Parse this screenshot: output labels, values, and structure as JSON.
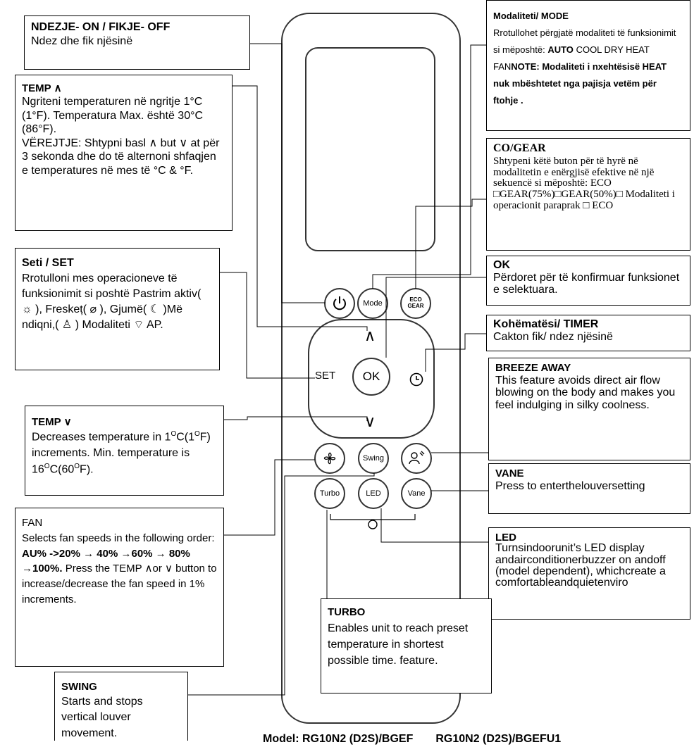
{
  "remote": {
    "mode_label": "Mode",
    "eco_label": "ECO GEAR",
    "set_label": "SET",
    "ok_label": "OK",
    "swing_label": "Swing",
    "turbo_label": "Turbo",
    "led_label": "LED",
    "vane_label": "Vane",
    "up_glyph": "∧",
    "down_glyph": "∨"
  },
  "callouts": {
    "on_off": {
      "title": "NDEZJE- ON / FIKJE- OFF",
      "body": "Ndez dhe fik njësinë"
    },
    "temp_up": {
      "title": "TEMP ∧",
      "line1": "Ngriteni temperaturen në ngritje 1°C (1°F). Temperatura Max. është 30°C (86°F).",
      "line2": "VËREJTJE: Shtypni basl ∧ but ∨ at për  3 sekonda dhe do të alternoni shfaqjen e temperatures në mes të °C & °F."
    },
    "set": {
      "title": "Seti / SET",
      "body": "Rrotulloni mes operacioneve të funksionimit si poshtë Pastrim aktiv( ☼ ), Freskeț( ⌀ ), Gjumë( ☾ )Më ndiqni,( ♙ ) Modaliteti ⌔ AP."
    },
    "temp_down": {
      "title": "TEMP ∨",
      "body_pre": "Decreases temperature in 1",
      "body_mid": "C(1",
      "body_mid2": "F) increments. Min. temperature is 16",
      "body_mid3": "C(60",
      "body_end": "F).",
      "sup": "O"
    },
    "fan": {
      "title": "FAN",
      "intro": "Selects fan speeds in the following order:",
      "order": "AU% ->20% → 40% →60% → 80% →100%.",
      "outro": "Press the TEMP ∧or ∨ button to increase/decrease the fan speed in 1% increments."
    },
    "swing": {
      "title": "SWING",
      "body": "Starts and stops vertical louver movement."
    },
    "mode": {
      "title": "Modaliteti/ MODE",
      "body": "Rrotullohet përgjatë modaliteti të funksionimit si mëposhtë:",
      "auto": "AUTO",
      "modes": "COOL  DRY HEAT  FAN",
      "note": "NOTE: Modaliteti i nxehtësisë HEAT nuk mbështetet nga pajisja vetëm për ftohje ."
    },
    "eco": {
      "title": "CO/GEAR",
      "body": "Shtypeni këtë buton për të hyrë në modalitetin e enërgjisë efektive në një sekuencë si mëposhtë: ECO □GEAR(75%)□GEAR(50%)□ Modaliteti i operacionit paraprak □ ECO"
    },
    "ok": {
      "title": "OK",
      "body": "Përdoret për të konfirmuar funksionet e selektuara."
    },
    "timer": {
      "title": "Kohëmatësi/ TIMER",
      "body": "Cakton  fik/ ndez njësinë"
    },
    "breeze": {
      "title": "BREEZE AWAY",
      "body": "This feature avoids direct air flow blowing on the body and makes  you feel indulging in silky coolness."
    },
    "vane": {
      "title": "VANE",
      "body": "Press to enterthelouversetting"
    },
    "led": {
      "title": "LED",
      "body": "Turnsindoorunit’s LED display andairconditionerbuzzer on andoff (model dependent), whichcreate a comfortableandquietenviro"
    },
    "turbo": {
      "title": "TURBO",
      "body": "Enables unit to reach preset temperature in shortest possible time. feature."
    }
  },
  "model": {
    "model1": "Model: RG10N2 (D2S)/BGEF",
    "model2": "RG10N2 (D2S)/BGEFU1"
  }
}
